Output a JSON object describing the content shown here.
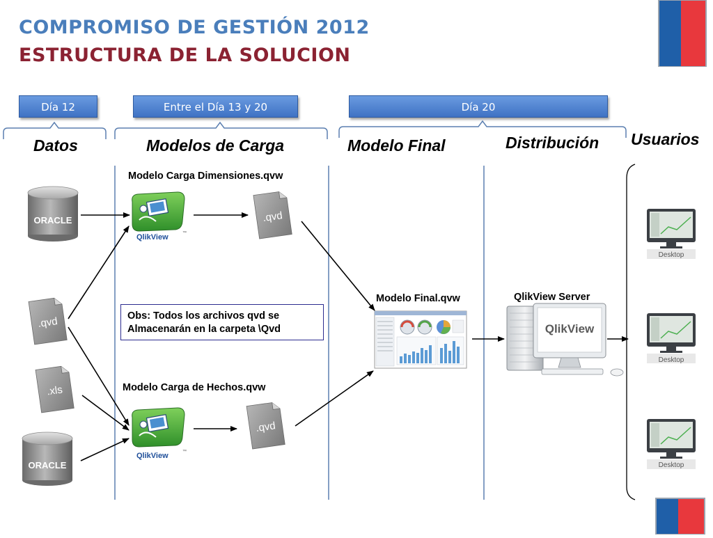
{
  "title": {
    "line1": "COMPROMISO DE GESTIÓN 2012",
    "line2": "ESTRUCTURA DE LA SOLUCION"
  },
  "phases": [
    {
      "label": "Día 12"
    },
    {
      "label": "Entre el Día 13 y 20"
    },
    {
      "label": "Día 20"
    }
  ],
  "columns": {
    "datos": "Datos",
    "modelos_carga": "Modelos de Carga",
    "modelo_final": "Modelo Final",
    "distribucion": "Distribución",
    "usuarios": "Usuarios"
  },
  "sources": {
    "oracle_top": "ORACLE",
    "qvd_file": ".qvd",
    "xls_file": ".xls",
    "oracle_bottom": "ORACLE"
  },
  "load_models": {
    "dimensions_label": "Modelo Carga Dimensiones.qvw",
    "facts_label": "Modelo Carga de Hechos.qvw",
    "qvd_out_top": ".qvd",
    "qvd_out_bottom": ".qvd",
    "qlikview_logo_text": "QlikView",
    "tm": "™"
  },
  "note": {
    "line1": "Obs: Todos los archivos qvd se",
    "line2": "Almacenarán en la carpeta \\Qvd"
  },
  "final_model": {
    "label": "Modelo Final.qvw"
  },
  "server": {
    "label": "QlikView Server",
    "brand": "QlikView"
  },
  "users": [
    {
      "label": "Desktop"
    },
    {
      "label": "Desktop"
    },
    {
      "label": "Desktop"
    }
  ],
  "colors": {
    "title_blue": "#4a7ebb",
    "title_red": "#8b2232",
    "pill_blue": "#4a7ecf",
    "divider": "#5b7fb0",
    "flag_blue": "#1f5fa8",
    "flag_red": "#e8383d",
    "qlik_green": "#3fa535"
  }
}
